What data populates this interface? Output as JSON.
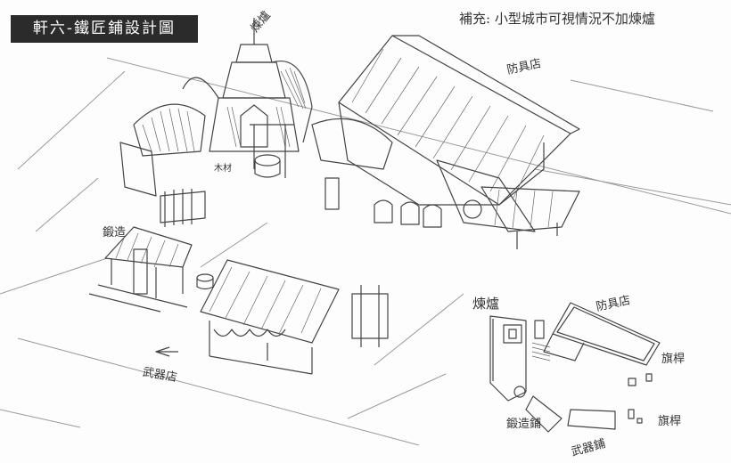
{
  "title": "軒六-鐵匠鋪設計圖",
  "annotations": {
    "furnace_top": "煉爐",
    "supplement_note": "補充: 小型城市可視情況不加煉爐",
    "armor_shop": "防具店",
    "lumber": "木材",
    "forge": "鍛造",
    "weapon_shop": "武器店"
  },
  "floor_plan": {
    "furnace": "煉爐",
    "armor_shop": "防具店",
    "flagpole_1": "旗桿",
    "forge_shop": "鍛造鋪",
    "weapon_shop": "武器鋪",
    "flagpole_2": "旗桿"
  }
}
